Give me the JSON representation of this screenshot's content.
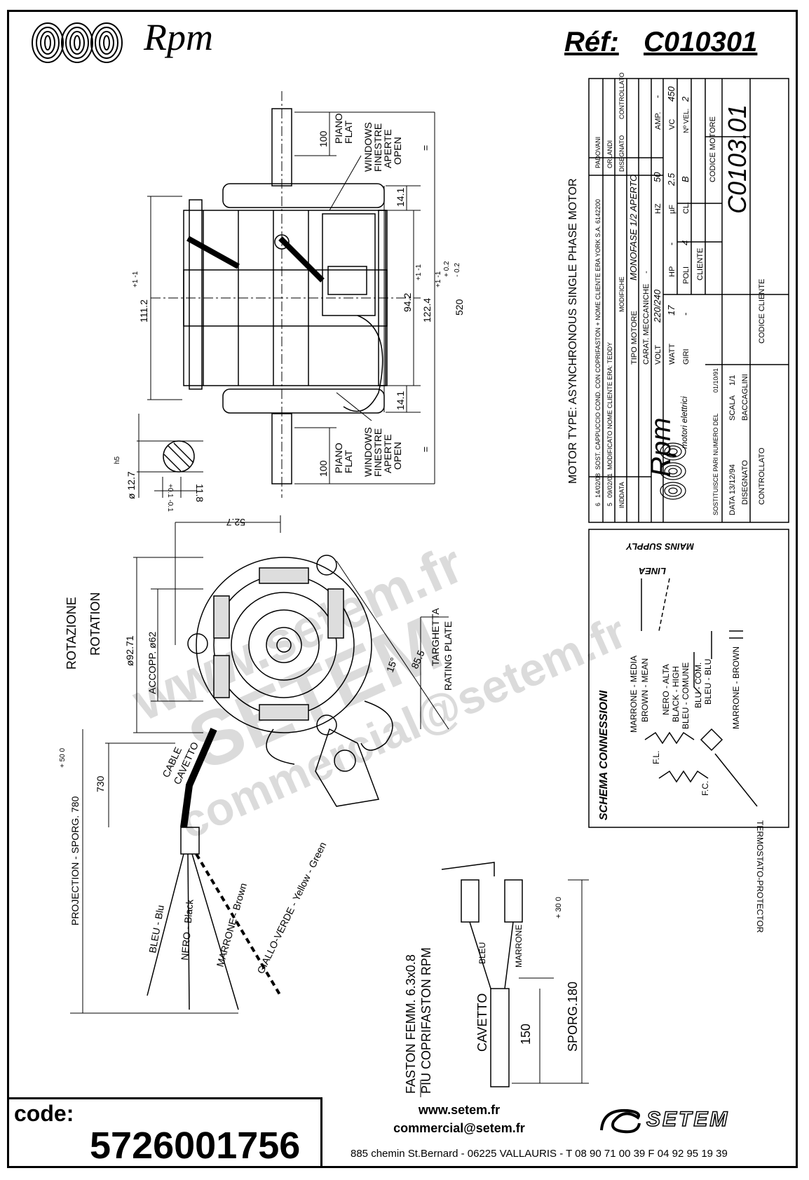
{
  "header": {
    "brand": "Rpm",
    "ref_label": "Réf:",
    "ref_value": "C010301"
  },
  "dimensions": {
    "shaft_flat_top": "100",
    "shaft_flat_bottom": "100",
    "piano_flat": [
      "PIANO",
      "FLAT"
    ],
    "windows_top": [
      "WINDOWS",
      "FINESTRE",
      "APERTE",
      "OPEN"
    ],
    "windows_bottom": [
      "WINDOWS",
      "FINESTRE",
      "APERTE",
      "OPEN"
    ],
    "equals": "=",
    "d14_1_top": "14.1",
    "d14_1_bottom": "14.1",
    "d94_2": "94.2",
    "d122_4": "122.4",
    "d520": "520",
    "d520_tol_plus": "+ 0.2",
    "d520_tol_minus": "- 0.2",
    "d111_2": "111.2",
    "d111_2_tol": "+1 -1",
    "d94_2_tol": "+1 -1",
    "d122_4_tol": "+1 -1",
    "shaft_dia": "ø 12.7",
    "shaft_fit": "h5",
    "shaft_flat_dim": "11.8",
    "shaft_flat_tol": "+0.1 -0.1",
    "d52_7": "52.7",
    "d92_71": "ø92.71",
    "accopp": "ACCOPP. ø62",
    "d85_5": "85.5",
    "angle_15": "15°",
    "rotation": [
      "ROTAZIONE",
      "ROTATION"
    ],
    "targhetta": [
      "TARGHETTA",
      "RATING PLATE"
    ],
    "cable": [
      "CABLE",
      "CAVETTO"
    ],
    "d730": "730",
    "projection": "PROJECTION - SPORG. 780",
    "projection_tol": "+ 50 0"
  },
  "wires": [
    "BLEU - Blu",
    "NERO - Black",
    "MARRONE - Brown",
    "GIALLO-VERDE - Yellow - Green"
  ],
  "faston": {
    "title_1": "FASTON FEMM. 6.3x0.8",
    "title_2": "PIU COPRIFASTON RPM",
    "bleu": "BLEU",
    "marrone": "MARRONE",
    "cavetto": "CAVETTO",
    "d150": "150",
    "sporg": "SPORG.180",
    "sporg_tol": "+ 30 0"
  },
  "motor_type": "MOTOR TYPE: ASYNCHRONOUS SINGLE PHASE MOTOR",
  "title_block": {
    "revisions": [
      {
        "ind": "6",
        "date": "14/02/08",
        "desc": "SOST. CAPPUCCIO COND. CON COPRIFASTON + NOME CLIENTE ERA YORK S.A. 6142200",
        "by": "PADOVANI"
      },
      {
        "ind": "5",
        "date": "09/02/01",
        "desc": "MODIFICATO NOME CLIENTE ERA: TEDDY",
        "by": "ORLANDI"
      }
    ],
    "ind_label": "IND",
    "data_label": "DATA",
    "modifiche": "MODIFICHE",
    "disegnato_label": "DISEGNATO",
    "controllato_label": "CONTROLLATO",
    "tipo_motore": "TIPO MOTORE",
    "tipo_motore_value": "MONOFASE 1/2 APERTO",
    "carat_meccaniche": "CARAT. MECCANICHE",
    "carat_value": "-",
    "volt_label": "VOLT",
    "volt_value": "220/240",
    "hz_label": "HZ",
    "hz_value": "50",
    "amp_label": "AMP.",
    "amp_value": "-",
    "watt_label": "WATT",
    "watt_value": "17",
    "hp_label": "HP",
    "hp_value": "-",
    "uf_label": "µF",
    "uf_value": "2.5",
    "vc_label": "VC",
    "vc_value": "450",
    "giri_label": "GIRI",
    "giri_value": "-",
    "poli_label": "POLI",
    "poli_value": "4",
    "cl_label": "CL.",
    "cl_value": "B",
    "nvel_label": "Nº VEL.",
    "nvel_value": "2",
    "cliente_label": "CLIENTE",
    "codice_motore_label": "CODICE MOTORE",
    "codice_motore_value": "C0103.01",
    "codice_cliente_label": "CODICE CLIENTE",
    "brand_sub": "motori elettrici",
    "sostituisce": "SOSTITUISCE PARI NUMERO DEL",
    "sostituisce_date": "01/10/91",
    "data_label2": "DATA",
    "data_value": "13/12/94",
    "scala_label": "SCALA",
    "scala_value": "1/1",
    "disegnato": "DISEGNATO",
    "disegnato_value": "BACCAGLINI",
    "controllato": "CONTROLLATO"
  },
  "schema": {
    "title": "SCHEMA CONNESSIONI",
    "mains": "MAINS SUPPLY",
    "linea": "LINEA",
    "marrone_media": "MARRONE - MEDIA",
    "brown_mean": "BROWN - MEAN",
    "nero_alta": "NERO - ALTA",
    "black_high": "BLACK - HIGH",
    "bleu_comune": "BLEU - COMUNE",
    "blu_com": "BLU - COM.",
    "bleu_blu": "BLEU - BLU",
    "marrone_brown": "MARRONE - BROWN",
    "fl": "F.L.",
    "fc": "F.C.",
    "termostato": "TERMOSTATO-PROTECTOR"
  },
  "footer": {
    "code_label": "code:",
    "code_value": "5726001756",
    "website": "www.setem.fr",
    "email": "commercial@setem.fr",
    "address": "885 chemin St.Bernard  -  06225 VALLAURIS  -  T 08 90 71 00 39   F 04 92 95 19 39",
    "company": "SETEM"
  },
  "watermark": {
    "line1": "www.setem.fr",
    "line2": "SETEM",
    "line3": "commercial@setem.fr"
  }
}
